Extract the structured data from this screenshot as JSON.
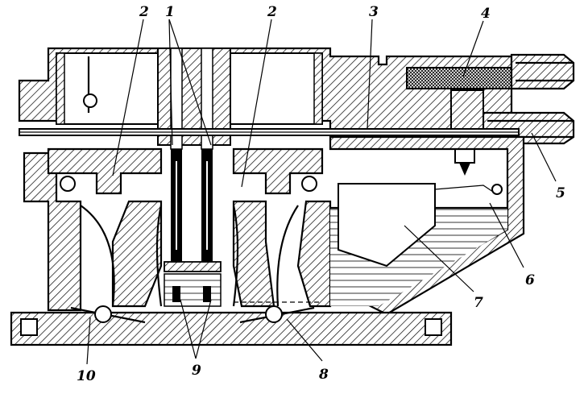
{
  "callouts": [
    {
      "id": "1",
      "label": "1"
    },
    {
      "id": "2a",
      "label": "2"
    },
    {
      "id": "2b",
      "label": "2"
    },
    {
      "id": "3",
      "label": "3"
    },
    {
      "id": "4",
      "label": "4"
    },
    {
      "id": "5",
      "label": "5"
    },
    {
      "id": "6",
      "label": "6"
    },
    {
      "id": "7",
      "label": "7"
    },
    {
      "id": "8",
      "label": "8"
    },
    {
      "id": "9",
      "label": "9"
    },
    {
      "id": "10",
      "label": "10"
    }
  ]
}
